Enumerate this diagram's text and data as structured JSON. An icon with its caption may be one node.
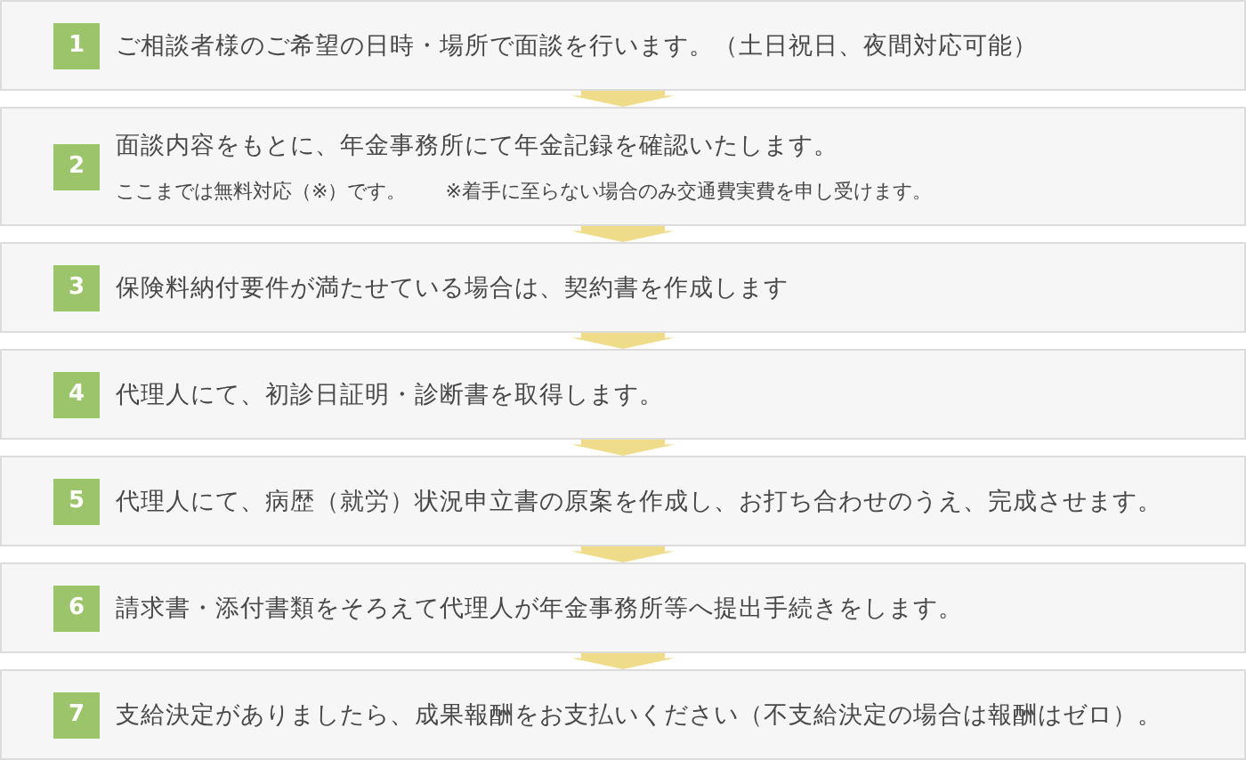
{
  "diagram": {
    "nodes": [
      {
        "text": [
          "ご相談者様のご希望の日時・場所で面談を行います。（土日祝日、夜間対応可能）"
        ]
      },
      {
        "text": [
          "1"
        ],
        "in": 0
      },
      {
        "text": [
          "面談内容をもとに、年金事務所にて年金記録を確認いたします。",
          "ここまでは無料対応（※）です。",
          "※着手に至らない場合のみ交通費実費を申し受けます。"
        ]
      },
      {
        "text": [
          "2"
        ],
        "in": 2
      },
      {
        "text": [
          "保険料納付要件が満たせている場合は、契約書を作成します"
        ]
      },
      {
        "text": [
          "3"
        ],
        "in": 4
      },
      {
        "text": [
          "代理人にて、初診日証明・診断書を取得します。"
        ]
      },
      {
        "text": [
          "4"
        ],
        "in": 6
      },
      {
        "text": [
          "代理人にて、病歴（就労）状況申立書の原案を作成し、お打ち合わせのうえ、完成させます。"
        ]
      },
      {
        "text": [
          "5"
        ],
        "in": 8
      },
      {
        "text": [
          "請求書・添付書類をそろえて代理人が年金事務所等へ提出手続きをします。"
        ]
      },
      {
        "text": [
          "6"
        ],
        "in": 10
      },
      {
        "text": [
          "支給決定がありましたら、成果報酬をお支払いください（不支給決定の場合は報酬はゼロ）。"
        ]
      },
      {
        "text": [
          "7"
        ],
        "in": 12
      }
    ],
    "edges": [
      {
        "from": 0,
        "to": 2,
        "arrow": "to"
      },
      {
        "from": 2,
        "to": 4,
        "arrow": "to"
      },
      {
        "from": 4,
        "to": 6,
        "arrow": "to"
      },
      {
        "from": 6,
        "to": 8,
        "arrow": "to"
      },
      {
        "from": 8,
        "to": 10,
        "arrow": "to"
      },
      {
        "from": 10,
        "to": 12,
        "arrow": "to"
      }
    ]
  }
}
